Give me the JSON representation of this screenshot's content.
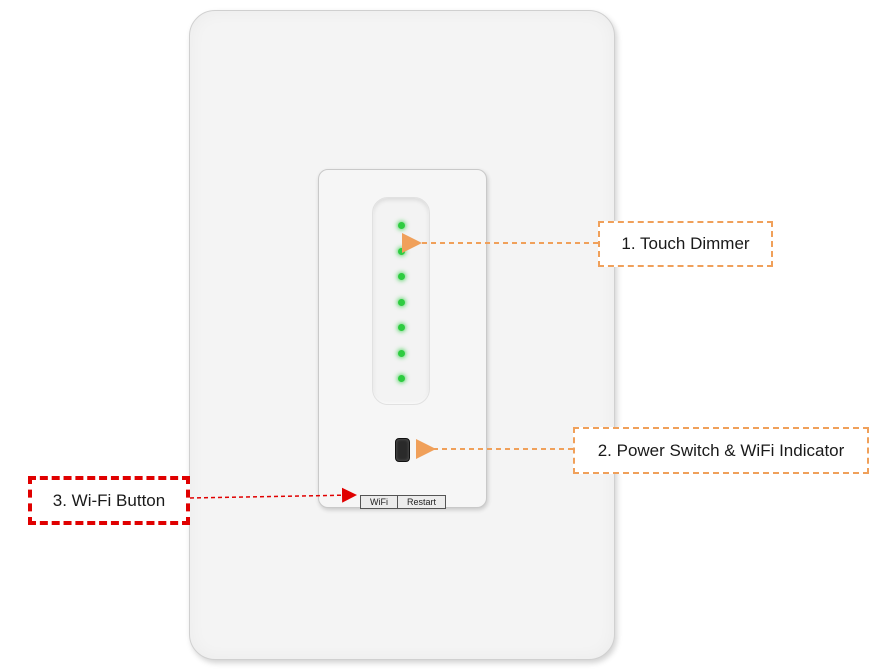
{
  "device": {
    "wifi_label": "WiFi",
    "restart_label": "Restart",
    "led_count": 7,
    "led_color": "#2ecc40"
  },
  "callouts": {
    "touch_dimmer": "1. Touch Dimmer",
    "power_switch": "2. Power Switch & WiFi Indicator",
    "wifi_button": "3. Wi-Fi Button"
  },
  "colors": {
    "orange_callout": "#f0a05a",
    "red_callout": "#e00000"
  }
}
